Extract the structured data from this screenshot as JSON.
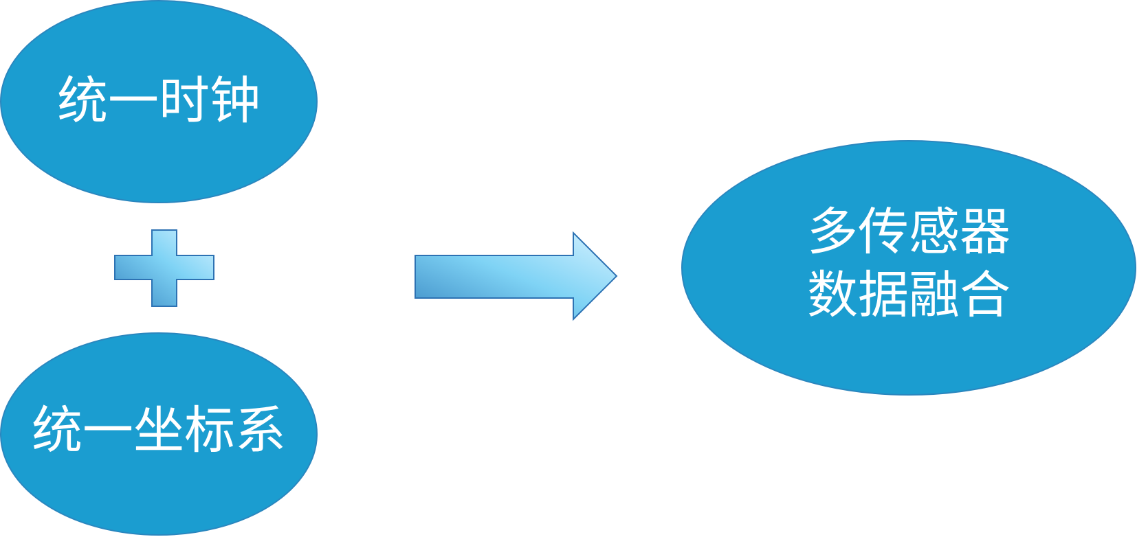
{
  "nodes": {
    "top_left": {
      "text": "统一时钟"
    },
    "bottom_left": {
      "text": "统一坐标系"
    },
    "result": {
      "line1": "多传感器",
      "line2": "数据融合"
    }
  },
  "operators": {
    "plus": "plus-shape",
    "arrow": "right-arrow-shape"
  },
  "colors": {
    "ellipse_fill": "#1b9dd0",
    "ellipse_stroke": "#2a86be",
    "gradient_light": "#cfefff",
    "gradient_mid": "#7fd3f5",
    "gradient_dark": "#3b8ac4",
    "shape_stroke": "#2d72b3",
    "text": "#ffffff"
  }
}
